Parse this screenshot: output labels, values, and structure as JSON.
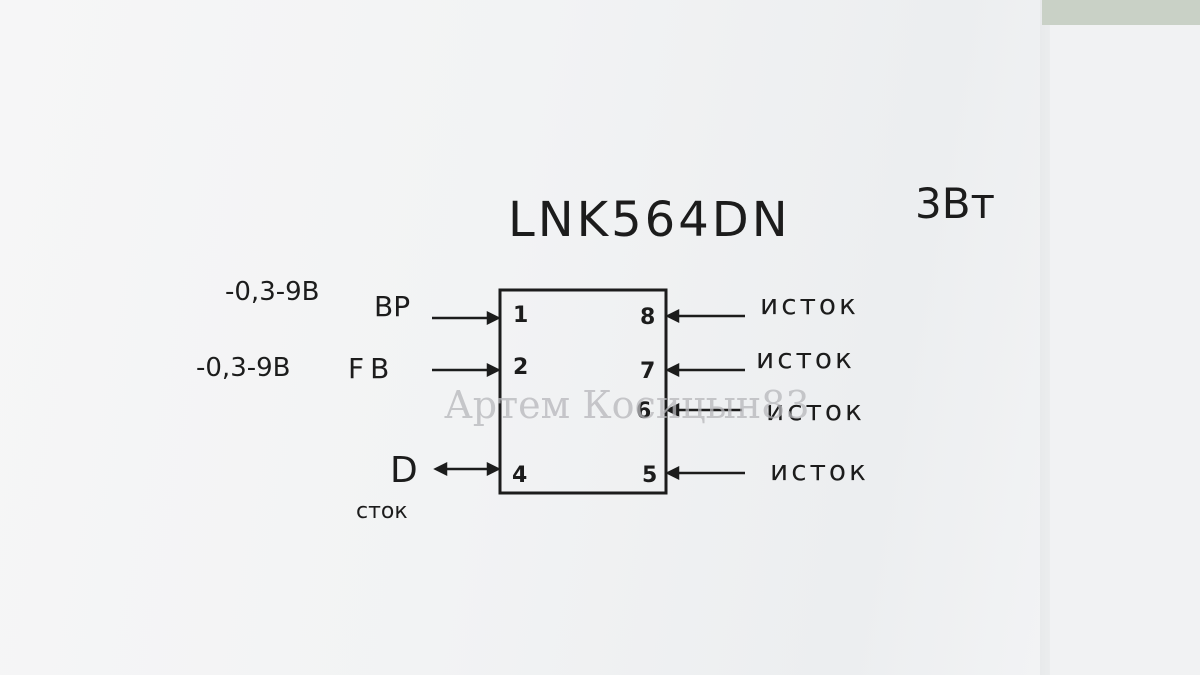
{
  "chip": {
    "part_number": "LNK564DN",
    "power": "3Вт"
  },
  "pins_left": [
    {
      "number": "1",
      "name": "BP",
      "voltage": "-0,3-9В"
    },
    {
      "number": "2",
      "name": "FB",
      "voltage": "-0,3-9В"
    },
    {
      "number": "4",
      "name": "D",
      "description": "сток"
    }
  ],
  "pins_right": [
    {
      "number": "8",
      "name": "исток"
    },
    {
      "number": "7",
      "name": "исток"
    },
    {
      "number": "6",
      "name": "исток"
    },
    {
      "number": "5",
      "name": "исток"
    }
  ],
  "watermark": "Артем Косицын83",
  "colors": {
    "ink": "#1c1c1c",
    "paper": "#f3f4f5",
    "watermark": "#b7b7bb"
  }
}
